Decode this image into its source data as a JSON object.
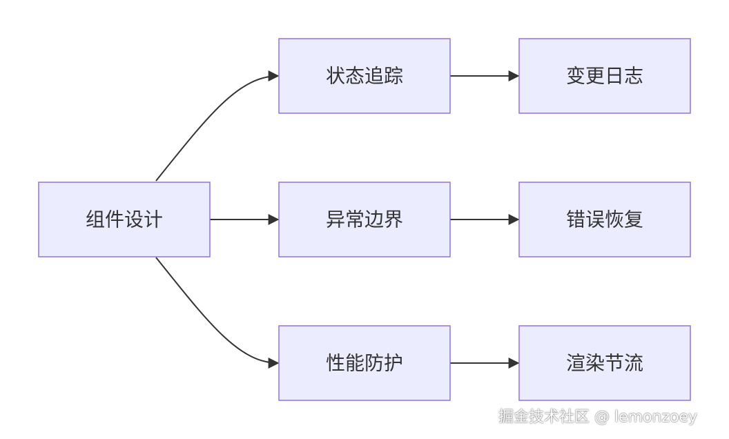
{
  "diagram": {
    "type": "flowchart",
    "direction": "left-to-right",
    "nodes": {
      "root": "组件设计",
      "state_tracking": "状态追踪",
      "error_boundary": "异常边界",
      "perf_guard": "性能防护",
      "change_log": "变更日志",
      "error_recovery": "错误恢复",
      "render_throttle": "渲染节流"
    },
    "edges": [
      {
        "from": "root",
        "to": "state_tracking"
      },
      {
        "from": "root",
        "to": "error_boundary"
      },
      {
        "from": "root",
        "to": "perf_guard"
      },
      {
        "from": "state_tracking",
        "to": "change_log"
      },
      {
        "from": "error_boundary",
        "to": "error_recovery"
      },
      {
        "from": "perf_guard",
        "to": "render_throttle"
      }
    ],
    "colors": {
      "node_fill": "#ECECFF",
      "node_stroke": "#9370DB",
      "edge": "#333333",
      "text": "#333333"
    }
  },
  "watermark": "掘金技术社区 @ lemonzoey"
}
